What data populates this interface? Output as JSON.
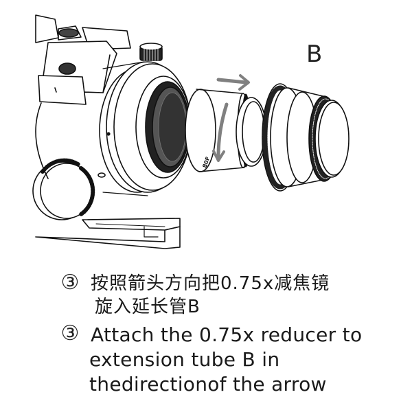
{
  "figure": {
    "part_label": "B",
    "tube_engraving": "80F",
    "arrows": [
      {
        "name": "push-arrow",
        "direction": "right",
        "color": "#808080"
      },
      {
        "name": "rotate-arrow",
        "direction": "down",
        "color": "#808080"
      }
    ]
  },
  "instructions": {
    "zh": {
      "step_marker": "③",
      "lines": [
        "按照箭头方向把0.75x减焦镜",
        "旋入延长管B"
      ]
    },
    "en": {
      "step_marker": "③",
      "lines": [
        "Attach the 0.75x reducer to",
        "extension tube B in",
        "thedirectionof the arrow"
      ]
    }
  }
}
